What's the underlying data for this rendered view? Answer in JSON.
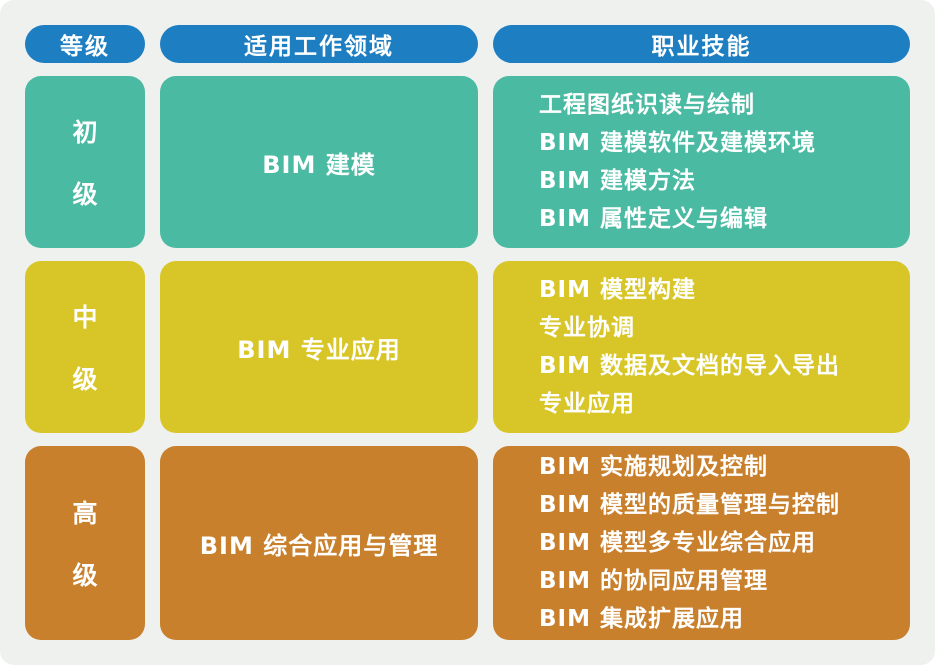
{
  "page": {
    "background": "#eff1ef",
    "text_color": "#ffffff"
  },
  "colors": {
    "header_bg": "#1d7ec2",
    "beginner_bg": "#4bbaa2",
    "intermediate_bg": "#d8c628",
    "advanced_bg": "#c9802d"
  },
  "table": {
    "headers": {
      "level": "等级",
      "field": "适用工作领域",
      "skills": "职业技能"
    },
    "rows": [
      {
        "level_char_top": "初",
        "level_char_bottom": "级",
        "field": "BIM 建模",
        "skills": [
          "工程图纸识读与绘制",
          "BIM 建模软件及建模环境",
          "BIM 建模方法",
          "BIM 属性定义与编辑"
        ]
      },
      {
        "level_char_top": "中",
        "level_char_bottom": "级",
        "field": "BIM 专业应用",
        "skills": [
          "BIM 模型构建",
          "专业协调",
          "BIM 数据及文档的导入导出",
          "专业应用"
        ]
      },
      {
        "level_char_top": "高",
        "level_char_bottom": "级",
        "field": "BIM 综合应用与管理",
        "skills": [
          "BIM 实施规划及控制",
          "BIM 模型的质量管理与控制",
          "BIM 模型多专业综合应用",
          "BIM 的协同应用管理",
          "BIM 集成扩展应用"
        ]
      }
    ]
  }
}
